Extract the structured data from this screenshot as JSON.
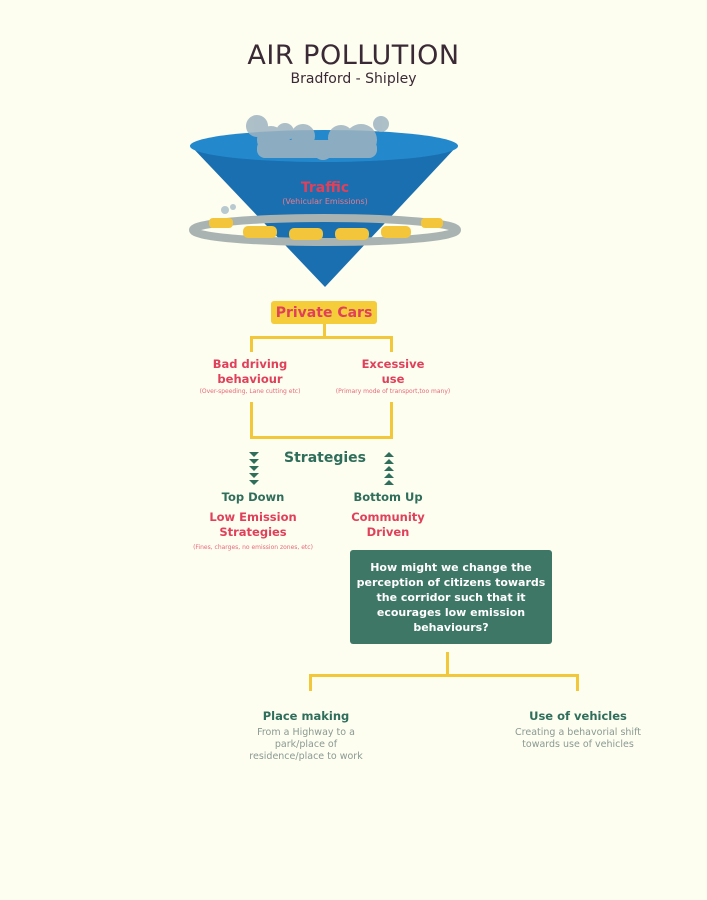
{
  "header": {
    "title": "AIR POLLUTION",
    "subtitle": "Bradford - Shipley"
  },
  "funnel": {
    "label": "Traffic",
    "sublabel": "(Vehicular Emissions)",
    "colors": {
      "funnel": "#1a6fb0",
      "rim": "#1f82c4",
      "smog": "#9fb4c0",
      "road": "#a9b4b2",
      "car": "#f3c53a"
    }
  },
  "private_cars": "Private Cars",
  "causes": [
    {
      "title_line1": "Bad driving",
      "title_line2": "behaviour",
      "note": "(Over-speeding, Lane cutting etc)"
    },
    {
      "title_line1": "Excessive",
      "title_line2": "use",
      "note": "(Primary mode of transport,too many)"
    }
  ],
  "strategies": {
    "label": "Strategies",
    "top_down": {
      "title": "Top Down",
      "line1": "Low Emission",
      "line2": "Strategies",
      "note": "(Fines, charges, no emission zones, etc)"
    },
    "bottom_up": {
      "title": "Bottom Up",
      "line1": "Community",
      "line2": "Driven"
    }
  },
  "question": {
    "line1": "How might we change the",
    "line2": "perception of citizens towards",
    "line3": "the corridor such that it",
    "line4": "ecourages low emission",
    "line5": "behaviours?"
  },
  "outcomes": [
    {
      "title": "Place making",
      "line1": "From a Highway to a",
      "line2": "park/place of",
      "line3": "residence/place to work"
    },
    {
      "title": "Use of vehicles",
      "line1": "Creating a behavorial shift",
      "line2": "towards use of vehicles"
    }
  ],
  "colors": {
    "background": "#fdfdf0",
    "yellow": "#f2c83a",
    "red": "#e0405a",
    "green": "#2e6e5b",
    "box_green": "#3e7766"
  }
}
